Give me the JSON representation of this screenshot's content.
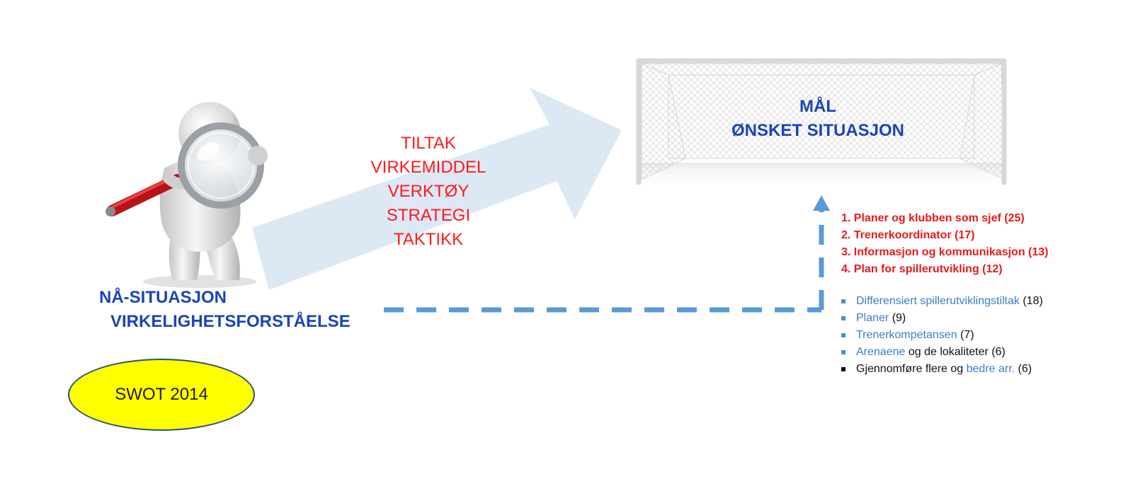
{
  "current_state": {
    "line1": "NÅ-SITUASJON",
    "line2": "VIRKELIGHETSFORSTÅELSE",
    "swot_label": "SWOT 2014",
    "swot_color": "#ffff00"
  },
  "measures": [
    "TILTAK",
    "VIRKEMIDDEL",
    "VERKTØY",
    "STRATEGI",
    "TAKTIKK"
  ],
  "goal": {
    "line1": "MÅL",
    "line2": "ØNSKET SITUASJON"
  },
  "priorities": [
    {
      "number": "1.",
      "text": "Planer og klubben som sjef (25)"
    },
    {
      "number": "2.",
      "text": "Trenerkoordinator (17)"
    },
    {
      "number": "3.",
      "text": "Informasjon og kommunikasjon (13)"
    },
    {
      "number": "4.",
      "text": "Plan for spillerutvikling (12)"
    }
  ],
  "bullets": [
    {
      "blue_a": "Differensiert spillerutviklingstiltak",
      "plain_a": " (18)",
      "blue_b": "",
      "plain_b": ""
    },
    {
      "blue_a": "Planer",
      "plain_a": " (9)",
      "blue_b": "",
      "plain_b": ""
    },
    {
      "blue_a": "Trenerkompetansen",
      "plain_a": " (7)",
      "blue_b": "",
      "plain_b": ""
    },
    {
      "blue_a": "Arenaene",
      "plain_a": " og de lokaliteter (6)",
      "blue_b": "",
      "plain_b": ""
    },
    {
      "blue_a": "",
      "plain_a": "Gjennomføre flere og ",
      "blue_b": "bedre arr.",
      "plain_b": " (6)"
    }
  ],
  "colors": {
    "blue_heading": "#1a44b8",
    "red_text": "#ff1a1a",
    "arrow_fill": "#dde8f5",
    "dashed_line": "#5b9bd5"
  },
  "icons": {
    "figure": "person-with-magnifier-icon",
    "goal": "soccer-goal-icon"
  }
}
